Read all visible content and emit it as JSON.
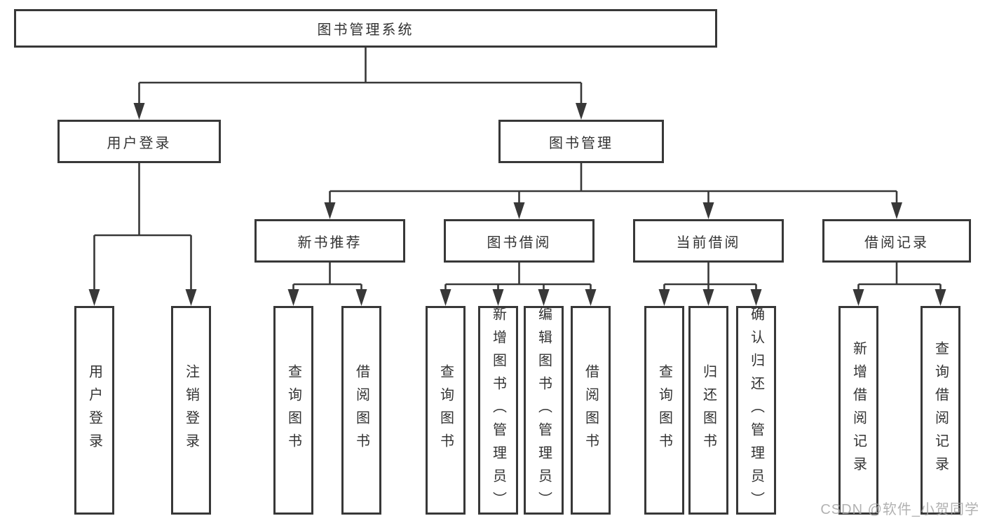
{
  "diagram": {
    "title": "图书管理系统",
    "root": {
      "label": "图书管理系统"
    },
    "branches": [
      {
        "label": "用户登录",
        "children": [
          {
            "label": "用户登录"
          },
          {
            "label": "注销登录"
          }
        ]
      },
      {
        "label": "图书管理",
        "children": [
          {
            "label": "新书推荐",
            "children": [
              {
                "label": "查询图书"
              },
              {
                "label": "借阅图书"
              }
            ]
          },
          {
            "label": "图书借阅",
            "children": [
              {
                "label": "查询图书"
              },
              {
                "label": "新增图书（管理员）"
              },
              {
                "label": "编辑图书（管理员）"
              },
              {
                "label": "借阅图书"
              }
            ]
          },
          {
            "label": "当前借阅",
            "children": [
              {
                "label": "查询图书"
              },
              {
                "label": "归还图书"
              },
              {
                "label": "确认归还（管理员）"
              }
            ]
          },
          {
            "label": "借阅记录",
            "children": [
              {
                "label": "新增借阅记录"
              },
              {
                "label": "查询借阅记录"
              }
            ]
          }
        ]
      }
    ]
  },
  "watermark": {
    "text": "CSDN @软件_小贺同学"
  },
  "colors": {
    "line": "#383838",
    "text": "#333333",
    "background": "#ffffff",
    "watermark": "#a4a4a4"
  }
}
